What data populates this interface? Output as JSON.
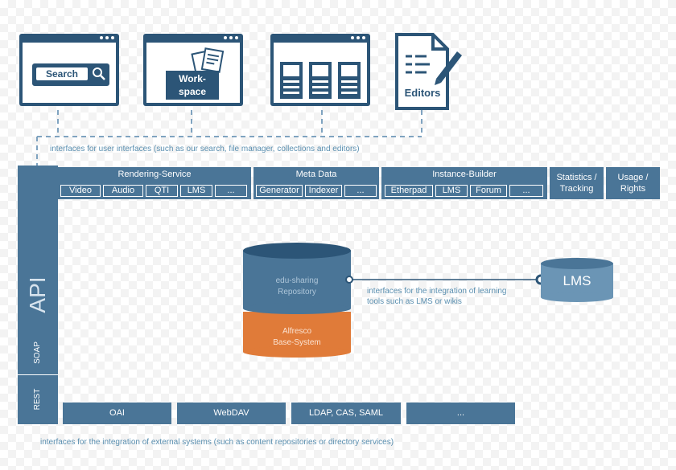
{
  "top_windows": {
    "search_label": "Search",
    "workspace_line1": "Work-",
    "workspace_line2": "space",
    "editors_label": "Editors"
  },
  "notes": {
    "user_interfaces": "interfaces for user interfaces (such as our search, file manager, collections and editors)",
    "learning_tools_line1": "interfaces for the integration of  learning",
    "learning_tools_line2": "tools such as LMS or wikis",
    "external_systems": "interfaces for the integration of external systems (such as content repositories or directory services)"
  },
  "api": {
    "label": "API",
    "soap": "SOAP",
    "rest": "REST"
  },
  "services": {
    "rendering": {
      "title": "Rendering-Service",
      "items": [
        "Video",
        "Audio",
        "QTI",
        "LMS",
        "..."
      ]
    },
    "metadata": {
      "title": "Meta Data",
      "items": [
        "Generator",
        "Indexer",
        "..."
      ]
    },
    "instance": {
      "title": "Instance-Builder",
      "items": [
        "Etherpad",
        "LMS",
        "Forum",
        "..."
      ]
    },
    "statistics": {
      "line1": "Statistics /",
      "line2": "Tracking"
    },
    "usage": {
      "line1": "Usage /",
      "line2": "Rights"
    }
  },
  "repository": {
    "line1": "edu-sharing",
    "line2": "Repository",
    "base_line1": "Alfresco",
    "base_line2": "Base-System"
  },
  "lms": {
    "label": "LMS"
  },
  "bottom": [
    "OAI",
    "WebDAV",
    "LDAP, CAS, SAML",
    "..."
  ],
  "colors": {
    "dark_blue": "#2c5577",
    "mid_blue": "#4a7597",
    "light_blue": "#6b95b5",
    "orange": "#e07b39",
    "note_text": "#5a8fb0"
  }
}
